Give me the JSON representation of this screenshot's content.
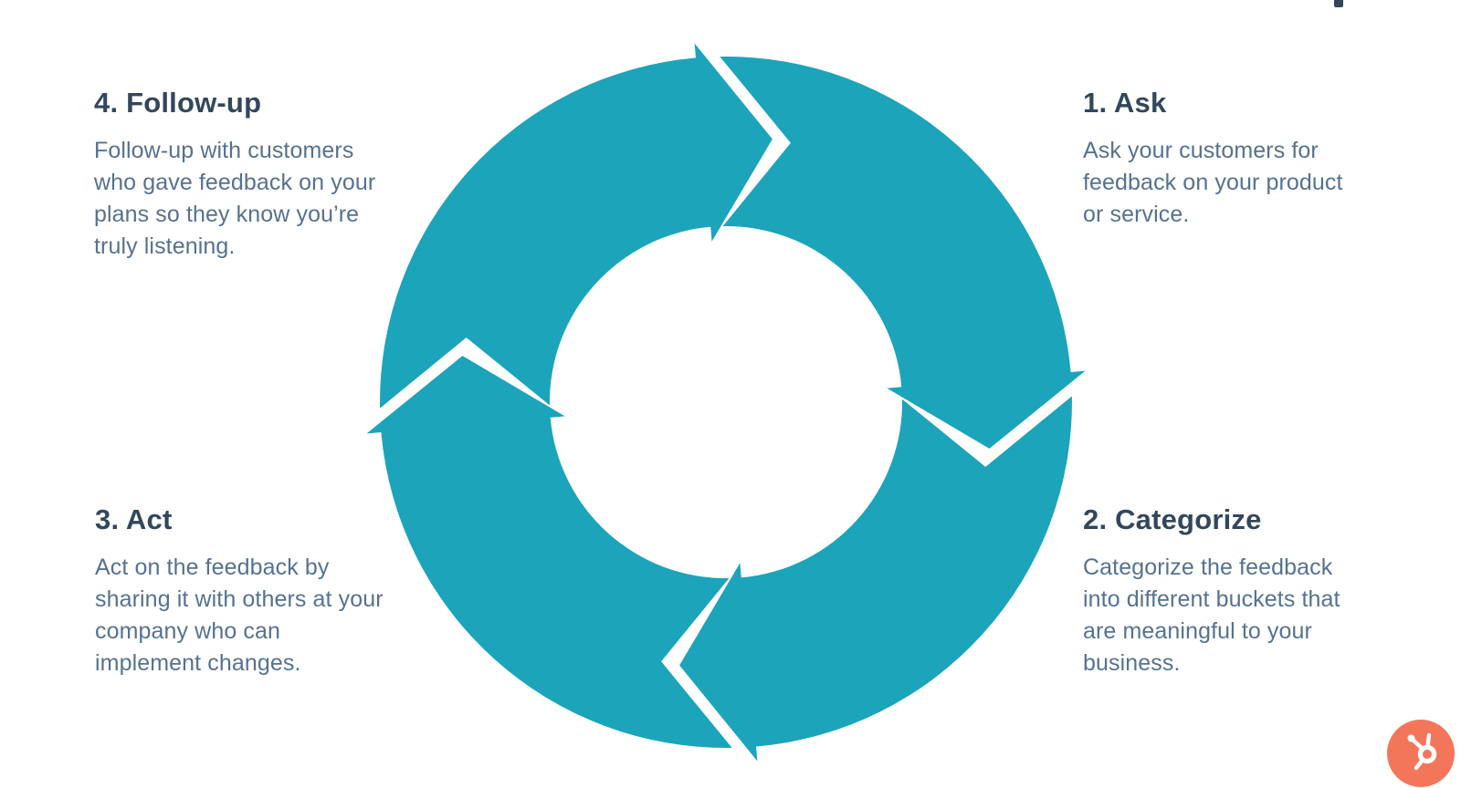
{
  "diagram": {
    "type": "cycle",
    "direction": "clockwise",
    "arrow_color": "#1CA4BB",
    "title_color": "#33475b",
    "body_color": "#56728f",
    "steps": [
      {
        "position": "top-right",
        "title": "1. Ask",
        "description": "Ask your customers for\nfeedback on your product\nor service."
      },
      {
        "position": "bottom-right",
        "title": "2. Categorize",
        "description": "Categorize the feedback\ninto different buckets that\nare meaningful to your\nbusiness."
      },
      {
        "position": "bottom-left",
        "title": "3. Act",
        "description": "Act on the feedback by\nsharing it with others at your\ncompany who can\nimplement changes."
      },
      {
        "position": "top-left",
        "title": "4. Follow-up",
        "description": "Follow-up with customers\nwho gave feedback on your\nplans so they know you’re\ntruly listening."
      }
    ]
  },
  "branding": {
    "logo": "hubspot-sprocket",
    "badge_color": "#f4765a",
    "sprocket_color": "#ffffff"
  }
}
